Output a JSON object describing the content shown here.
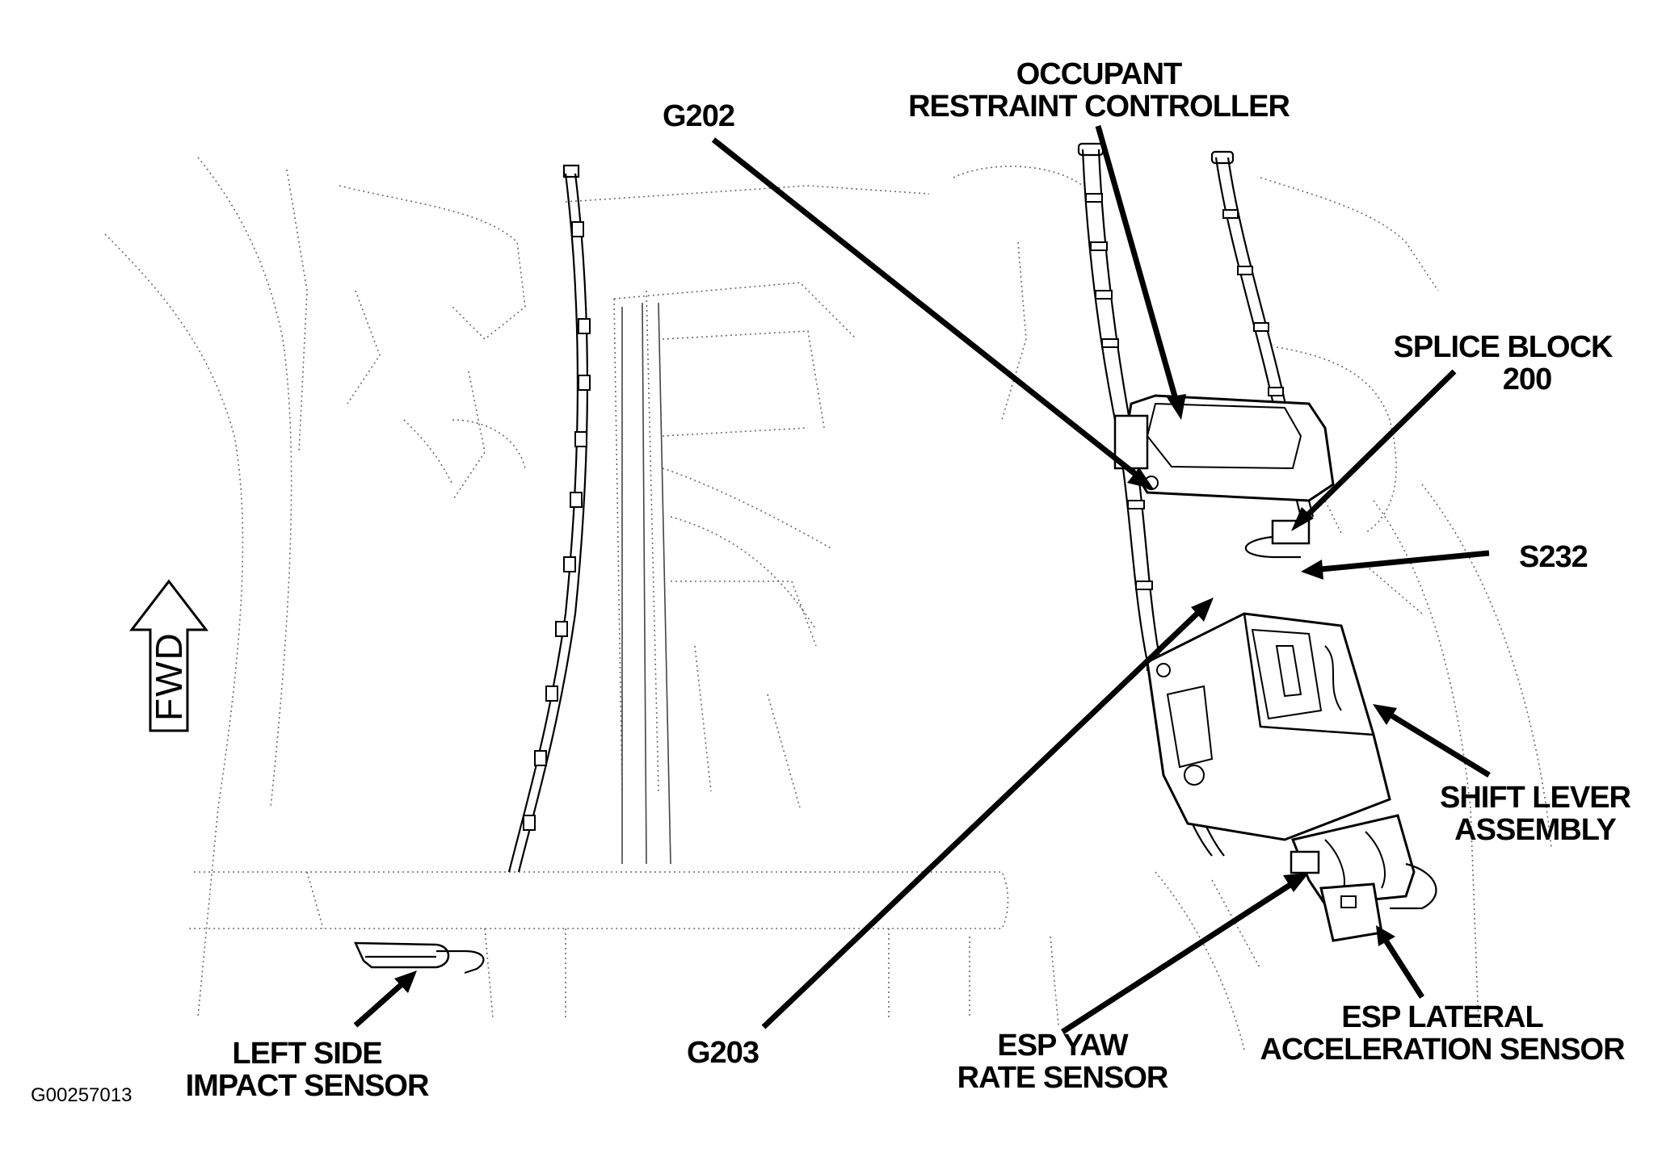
{
  "labels": {
    "occupant_restraint_controller": [
      "OCCUPANT",
      "RESTRAINT CONTROLLER"
    ],
    "g202": "G202",
    "splice_block_200": [
      "SPLICE BLOCK",
      "200"
    ],
    "s232": "S232",
    "shift_lever_assembly": [
      "SHIFT LEVER",
      "ASSEMBLY"
    ],
    "esp_lateral_acceleration_sensor": [
      "ESP LATERAL",
      "ACCELERATION SENSOR"
    ],
    "esp_yaw_rate_sensor": [
      "ESP YAW",
      "RATE SENSOR"
    ],
    "g203": "G203",
    "left_side_impact_sensor": [
      "LEFT SIDE",
      "IMPACT SENSOR"
    ],
    "fwd": "FWD"
  },
  "figure_id": "G00257013",
  "icons": {
    "direction": "forward-arrow-icon"
  }
}
